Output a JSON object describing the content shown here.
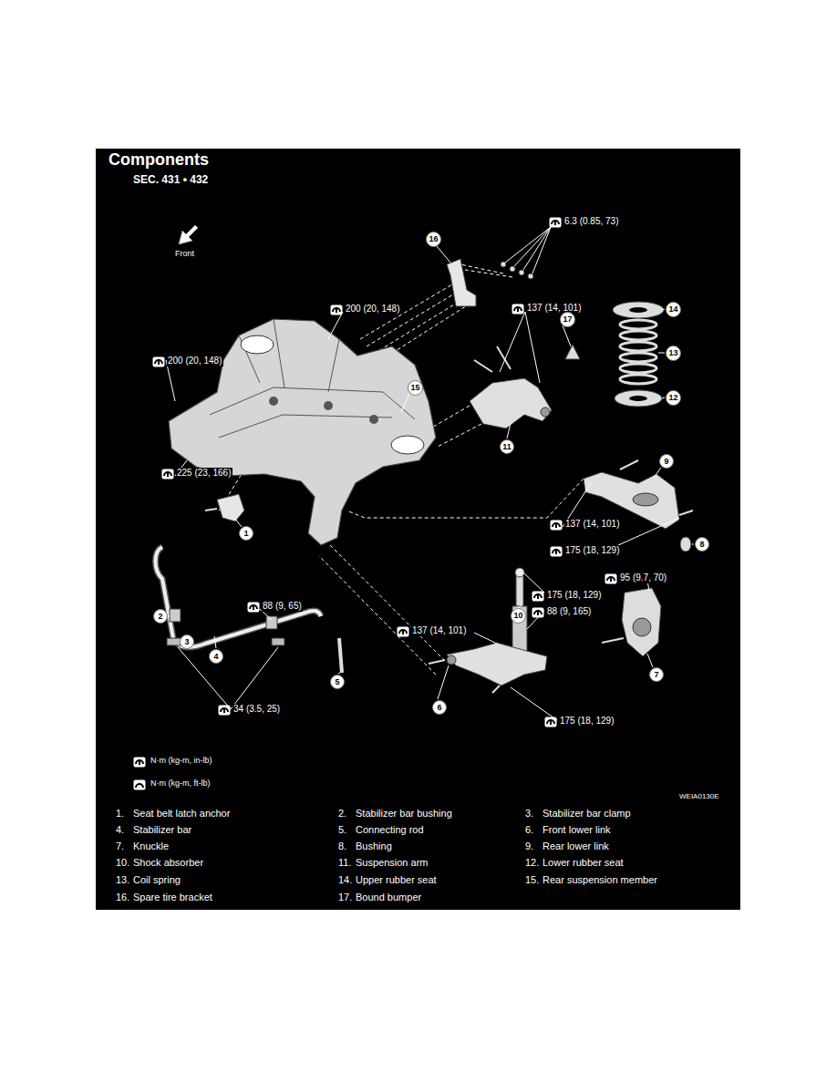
{
  "diagram": {
    "title": "Components",
    "nodes": [
      {
        "text": [
          "16"
        ]
      },
      {
        "text": [
          "14"
        ]
      },
      {
        "text": [
          "17"
        ]
      },
      {
        "text": [
          "13"
        ]
      },
      {
        "text": [
          "15"
        ]
      },
      {
        "text": [
          "12"
        ]
      },
      {
        "text": [
          "11"
        ]
      },
      {
        "text": [
          "9"
        ]
      },
      {
        "text": [
          "1"
        ]
      },
      {
        "text": [
          "8"
        ]
      },
      {
        "text": [
          "10"
        ]
      },
      {
        "text": [
          "2"
        ]
      },
      {
        "text": [
          "3"
        ]
      },
      {
        "text": [
          "4"
        ]
      },
      {
        "text": [
          "7"
        ]
      },
      {
        "text": [
          "5"
        ]
      },
      {
        "text": [
          "6"
        ]
      }
    ],
    "labels": [
      "SEC. 431 • 432",
      "Front",
      "6.3 (0.85, 73)",
      "200 (20, 148)",
      "137 (14, 101)",
      "200 (20, 148)",
      "225 (23, 166)",
      "137 (14, 101)",
      "175 (18, 129)",
      "95 (9.7, 70)",
      "88 (9, 65)",
      "175 (18, 129)",
      "88 (9, 165)",
      "137 (14, 101)",
      "175 (18, 129)",
      "34 (3.5, 25)",
      "WEIA0130E",
      "1.",
      "Seat belt latch anchor",
      "2.",
      "Stabilizer bar bushing",
      "3.",
      "Stabilizer bar clamp",
      "4.",
      "Stabilizer bar",
      "5.",
      "Connecting rod",
      "6.",
      "Front lower link",
      "7.",
      "Knuckle",
      "8.",
      "Bushing",
      "9.",
      "Rear lower link",
      "10.",
      "Shock absorber",
      "11.",
      "Suspension arm",
      "12.",
      "Lower rubber seat",
      "13.",
      "Coil spring",
      "14.",
      "Upper rubber seat",
      "15.",
      "Rear suspension member",
      "16.",
      "Spare tire bracket",
      "17.",
      "Bound bumper"
    ],
    "legend": [
      {
        "text": "N·m (kg-m, in-lb)"
      },
      {
        "text": "N·m (kg-m, ft-lb)"
      }
    ]
  }
}
